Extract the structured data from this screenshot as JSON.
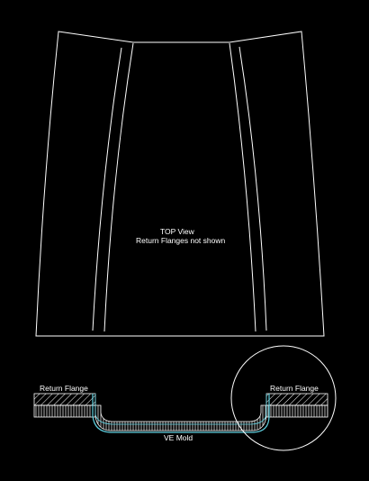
{
  "top_view": {
    "title": "TOP View",
    "subtitle": "Return Flanges not shown"
  },
  "section_view": {
    "left_flange_label": "Return Flange",
    "right_flange_label": "Return Flange",
    "mold_label": "VE Mold"
  },
  "colors": {
    "background": "#000000",
    "line": "#ffffff",
    "mold_surface": "#5fd0e0"
  }
}
